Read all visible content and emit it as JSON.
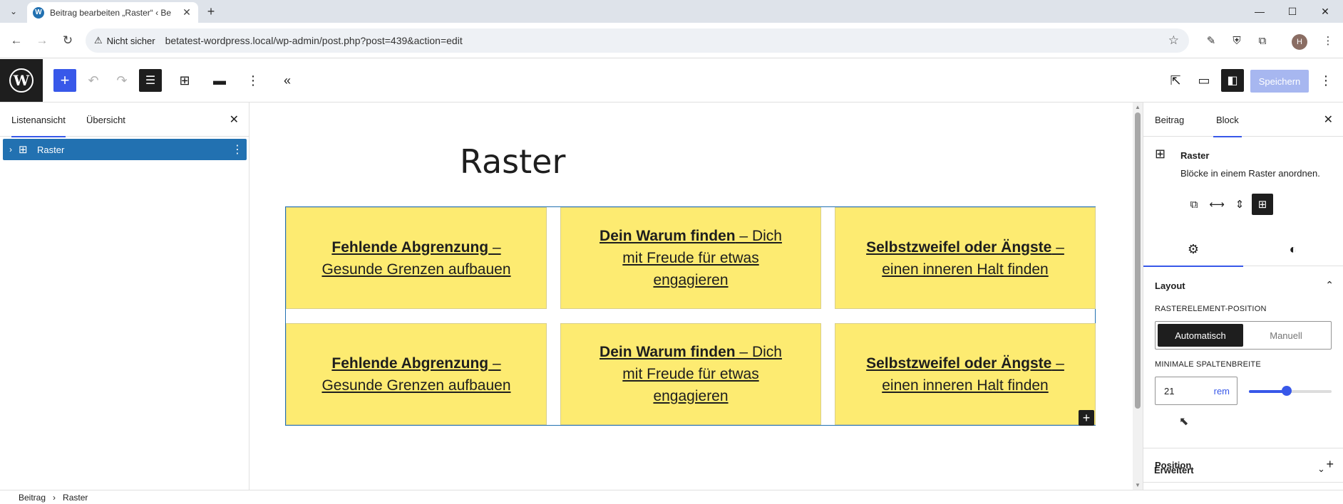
{
  "browser": {
    "tab_title": "Beitrag bearbeiten „Raster“ ‹ Be",
    "security_label": "Nicht sicher",
    "url": "betatest-wordpress.local/wp-admin/post.php?post=439&action=edit",
    "profile_initial": "H"
  },
  "editor": {
    "save_label": "Speichern"
  },
  "left_panel": {
    "tabs": [
      "Listenansicht",
      "Übersicht"
    ],
    "active_tab": 0,
    "items": [
      {
        "label": "Raster"
      }
    ]
  },
  "canvas": {
    "post_title": "Raster",
    "cells": [
      {
        "bold": "Fehlende Abgrenzung",
        "rest": " – Gesunde Grenzen aufbauen"
      },
      {
        "bold": "Dein Warum finden",
        "rest": " – Dich mit Freude für etwas engagieren"
      },
      {
        "bold": "Selbstzweifel oder Ängste",
        "rest": " – einen inneren Halt finden"
      },
      {
        "bold": "Fehlende Abgrenzung",
        "rest": " – Gesunde Grenzen aufbauen"
      },
      {
        "bold": "Dein Warum finden",
        "rest": " – Dich mit Freude für etwas engagieren"
      },
      {
        "bold": "Selbstzweifel oder Ängste",
        "rest": " – einen inneren Halt finden"
      }
    ]
  },
  "right_panel": {
    "tabs": [
      "Beitrag",
      "Block"
    ],
    "active_tab": 1,
    "block_name": "Raster",
    "block_desc": "Blöcke in einem Raster anordnen.",
    "layout_heading": "Layout",
    "position_label_caps": "RASTERELEMENT-POSITION",
    "seg_options": [
      "Automatisch",
      "Manuell"
    ],
    "min_width_label": "MINIMALE SPALTENBREITE",
    "min_width_value": "21",
    "min_width_unit": "rem",
    "slider_fraction": 0.46,
    "position_heading": "Position",
    "advanced_heading": "Erweitert"
  },
  "breadcrumb": [
    "Beitrag",
    "Raster"
  ],
  "colors": {
    "accent": "#3858e9",
    "listview_selected": "#2271b1",
    "cell_background": "#fdeb71"
  }
}
